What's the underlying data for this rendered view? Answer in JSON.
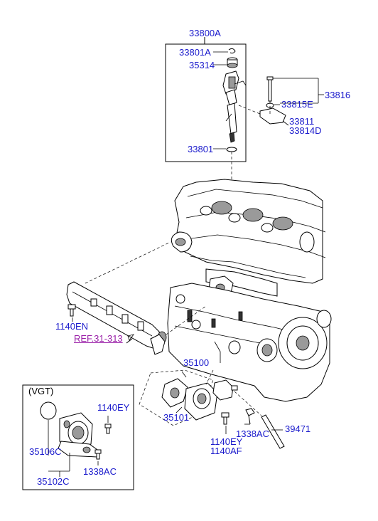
{
  "colors": {
    "label": "#1a1acc",
    "reference": "#9a1fa8",
    "linework": "#000000"
  },
  "labels": {
    "p33800A": "33800A",
    "p33801A": "33801A",
    "p35314": "35314",
    "p33816": "33816",
    "p33815E": "33815E",
    "p33811": "33811",
    "p33814D": "33814D",
    "p33801": "33801",
    "p1140EN": "1140EN",
    "ref31313": "REF.31-313",
    "p35100": "35100",
    "p35101": "35101",
    "p1338AC_main": "1338AC",
    "p39471": "39471",
    "p1140EY_main": "1140EY",
    "p1140AF": "1140AF",
    "vgt": "(VGT)",
    "p1140EY_vgt": "1140EY",
    "p35106C": "35106C",
    "p1338AC_vgt": "1338AC",
    "p35102C": "35102C"
  }
}
